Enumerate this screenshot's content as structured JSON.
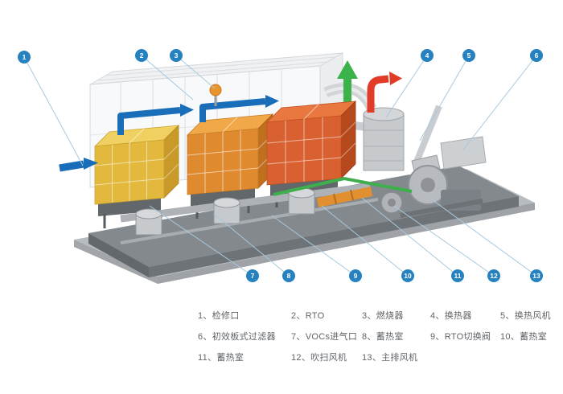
{
  "figure": {
    "description_label": "RTO system cutaway diagram with numbered callouts"
  },
  "callouts": [
    {
      "num": "1"
    },
    {
      "num": "2"
    },
    {
      "num": "3"
    },
    {
      "num": "4"
    },
    {
      "num": "5"
    },
    {
      "num": "6"
    },
    {
      "num": "7"
    },
    {
      "num": "8"
    },
    {
      "num": "9"
    },
    {
      "num": "10"
    },
    {
      "num": "11"
    },
    {
      "num": "12"
    },
    {
      "num": "13"
    }
  ],
  "legend": {
    "items": [
      {
        "text": "1、检修口"
      },
      {
        "text": "2、RTO"
      },
      {
        "text": "3、燃烧器"
      },
      {
        "text": "4、换热器"
      },
      {
        "text": "5、换热风机"
      },
      {
        "text": "6、初效板式过滤器"
      },
      {
        "text": "7、VOCs进气口"
      },
      {
        "text": "8、蓄热室"
      },
      {
        "text": "9、RTO切换阀"
      },
      {
        "text": "10、蓄热室"
      },
      {
        "text": "11、蓄热室"
      },
      {
        "text": "12、吹扫风机"
      },
      {
        "text": "13、主排风机"
      }
    ]
  },
  "colors": {
    "callout_circle": "#2581bf",
    "leader_line": "#a7c9dd",
    "pipe_blue": "#1a6db8",
    "arrow_green": "#3bb24a",
    "arrow_red": "#e23b28",
    "block_yellow": "#e3b93d",
    "block_orange": "#e08a30",
    "block_red_orange": "#d96030",
    "platform_gray": "#84898e",
    "legend_text": "#606468"
  }
}
